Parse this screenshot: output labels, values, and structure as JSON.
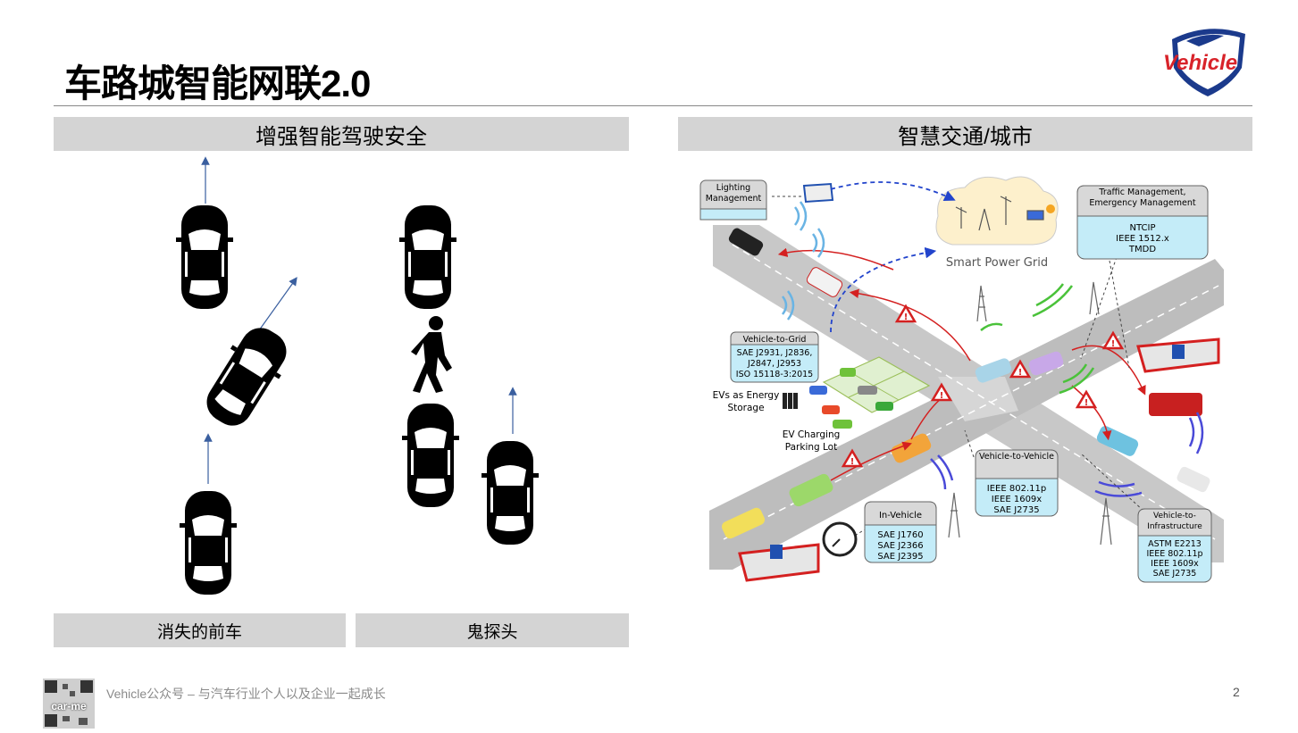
{
  "slide": {
    "title": "车路城智能网联2.0",
    "page_number": "2"
  },
  "logo": {
    "text": "Vehicle",
    "color_red": "#d8232a",
    "color_blue": "#1b3a8c"
  },
  "left_panel": {
    "header": "增强智能驾驶安全",
    "captions": [
      "消失的前车",
      "鬼探头"
    ]
  },
  "right_panel": {
    "header": "智慧交通/城市",
    "diagram": {
      "lighting": "Lighting Management",
      "smart_grid": "Smart Power Grid",
      "traffic_title": "Traffic Management, Emergency Management",
      "traffic_items": [
        "NTCIP",
        "IEEE 1512.x",
        "TMDD"
      ],
      "v2g_title": "Vehicle-to-Grid",
      "v2g_items": [
        "SAE J2931, J2836,",
        "J2847, J2953",
        "ISO 15118-3:2015"
      ],
      "ev_storage": "EVs as Energy Storage",
      "ev_parking": "EV Charging Parking Lot",
      "v2v_title": "Vehicle-to-Vehicle",
      "v2v_items": [
        "IEEE 802.11p",
        "IEEE 1609x",
        "SAE J2735"
      ],
      "invehicle_title": "In-Vehicle",
      "invehicle_items": [
        "SAE J1760",
        "SAE J2366",
        "SAE J2395"
      ],
      "v2i_title": "Vehicle-to-Infrastructure",
      "v2i_items": [
        "ASTM E2213",
        "IEEE 802.11p",
        "IEEE 1609x",
        "SAE J2735"
      ]
    }
  },
  "footer": {
    "qr_text": "car-me",
    "text": "Vehicle公众号 – 与汽车行业个人以及企业一起成长"
  }
}
